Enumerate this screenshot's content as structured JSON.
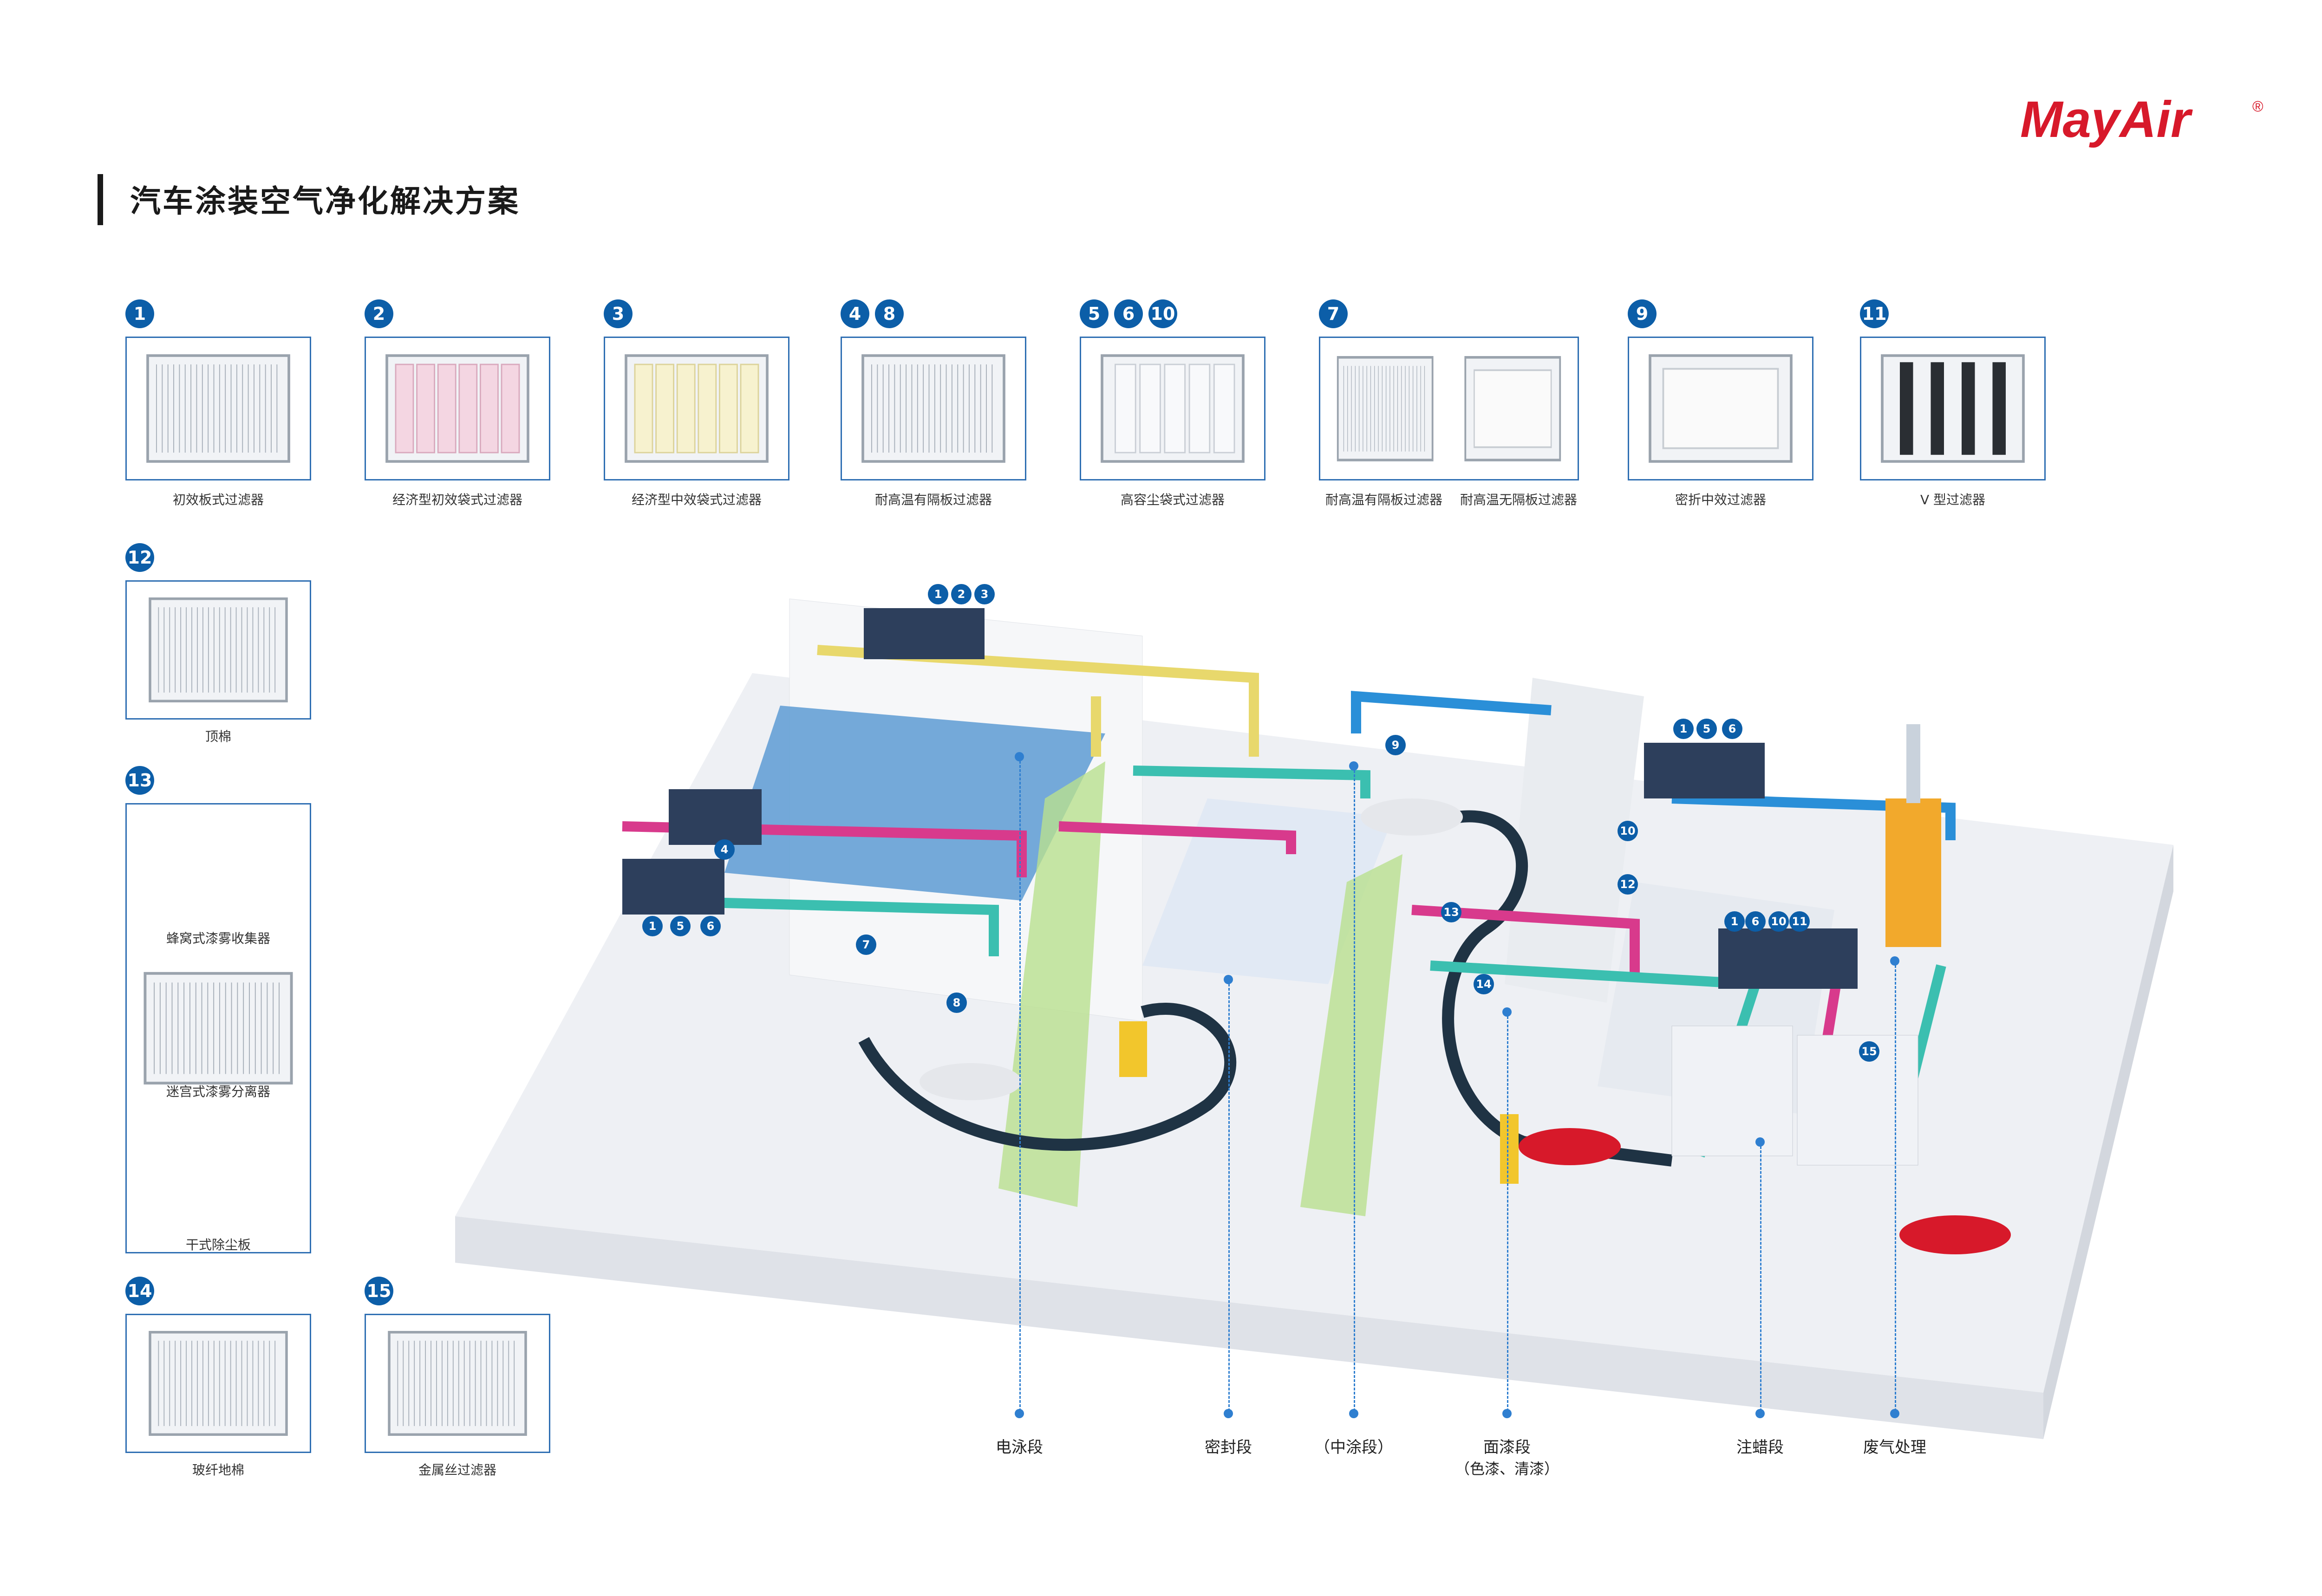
{
  "brand": {
    "logo_text": "MayAir",
    "registered": "®"
  },
  "page_title": "汽车涂装空气净化解决方案",
  "colors": {
    "badge": "#0c5ea8",
    "frame": "#2f6fb3",
    "brand_red": "#d7192a",
    "yellow": "#e8d86c",
    "magenta": "#d83a8c",
    "teal": "#3bbfb0",
    "blue": "#2a8fd8"
  },
  "products": [
    {
      "badges": [
        "1"
      ],
      "caption": "初效板式过滤器",
      "icon": "panel-filter-icon"
    },
    {
      "badges": [
        "2"
      ],
      "caption": "经济型初效袋式过滤器",
      "icon": "pink-bag-filter-icon"
    },
    {
      "badges": [
        "3"
      ],
      "caption": "经济型中效袋式过滤器",
      "icon": "yellow-bag-filter-icon"
    },
    {
      "badges": [
        "4",
        "8"
      ],
      "caption": "耐高温有隔板过滤器",
      "icon": "separator-hepa-icon"
    },
    {
      "badges": [
        "5",
        "6",
        "10"
      ],
      "caption": "高容尘袋式过滤器",
      "icon": "white-bag-filter-icon"
    },
    {
      "badges": [
        "7"
      ],
      "caption": "耐高温有隔板过滤器",
      "caption2": "耐高温无隔板过滤器",
      "icon": "double-hepa-icon"
    },
    {
      "badges": [
        "9"
      ],
      "caption": "密折中效过滤器",
      "icon": "minipleat-filter-icon"
    },
    {
      "badges": [
        "11"
      ],
      "caption": "V 型过滤器",
      "icon": "v-bank-filter-icon"
    }
  ],
  "side_products": [
    {
      "badges": [
        "12"
      ],
      "caption": "顶棉",
      "icon": "ceiling-media-roll-icon"
    },
    {
      "badges": [
        "13"
      ],
      "captions": [
        "蜂窝式漆雾收集器",
        "迷宫式漆雾分离器",
        "干式除尘板"
      ],
      "icon": "paint-mist-collector-icon"
    },
    {
      "badges": [
        "14"
      ],
      "caption": "玻纤地棉",
      "icon": "fiberglass-floor-media-icon"
    },
    {
      "badges": [
        "15"
      ],
      "caption": "金属丝过滤器",
      "icon": "metal-mesh-filter-icon"
    }
  ],
  "scene_badges": [
    "1",
    "2",
    "3",
    "4",
    "1",
    "5",
    "6",
    "7",
    "8",
    "9",
    "1",
    "5",
    "6",
    "10",
    "12",
    "13",
    "14",
    "1",
    "6",
    "10",
    "11",
    "15"
  ],
  "stages": [
    {
      "label": "电泳段"
    },
    {
      "label": "密封段"
    },
    {
      "label": "（中涂段）"
    },
    {
      "label": "面漆段",
      "sub": "（色漆、清漆）"
    },
    {
      "label": "注蜡段"
    },
    {
      "label": "废气处理"
    }
  ]
}
